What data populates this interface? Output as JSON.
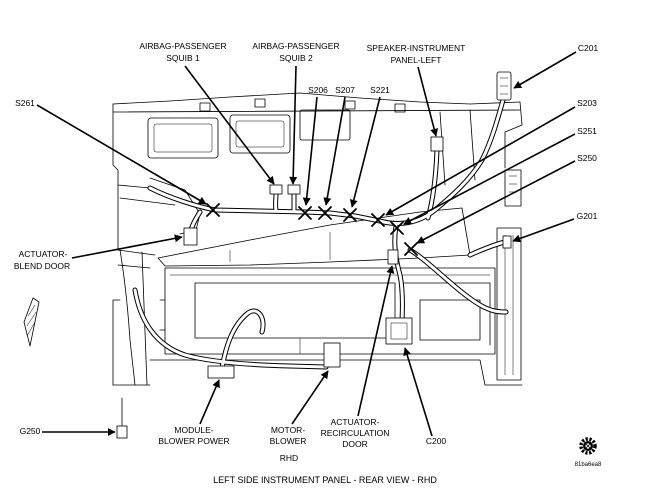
{
  "caption": "LEFT SIDE INSTRUMENT PANEL - REAR VIEW - RHD",
  "figure_code": "81ba6ea8",
  "labels": {
    "airbag_squib_1": [
      "AIRBAG-PASSENGER",
      "SQUIB 1"
    ],
    "airbag_squib_2": [
      "AIRBAG-PASSENGER",
      "SQUIB 2"
    ],
    "speaker_instrument_panel_left": [
      "SPEAKER-INSTRUMENT",
      "PANEL-LEFT"
    ],
    "c201": "C201",
    "s261": "S261",
    "s206": "S206",
    "s207": "S207",
    "s221": "S221",
    "s203": "S203",
    "s251": "S251",
    "s250": "S250",
    "g201": "G201",
    "actuator_blend_door": [
      "ACTUATOR-",
      "BLEND DOOR"
    ],
    "g250": "G250",
    "module_blower_power": [
      "MODULE-",
      "BLOWER POWER"
    ],
    "motor_blower": [
      "MOTOR-",
      "BLOWER"
    ],
    "rhd": "RHD",
    "actuator_recirculation_door": [
      "ACTUATOR-",
      "RECIRCULATION",
      "DOOR"
    ],
    "c200": "C200"
  },
  "colors": {
    "ink": "#000000",
    "background": "#ffffff"
  },
  "icons": {
    "logo": "gear-icon"
  }
}
